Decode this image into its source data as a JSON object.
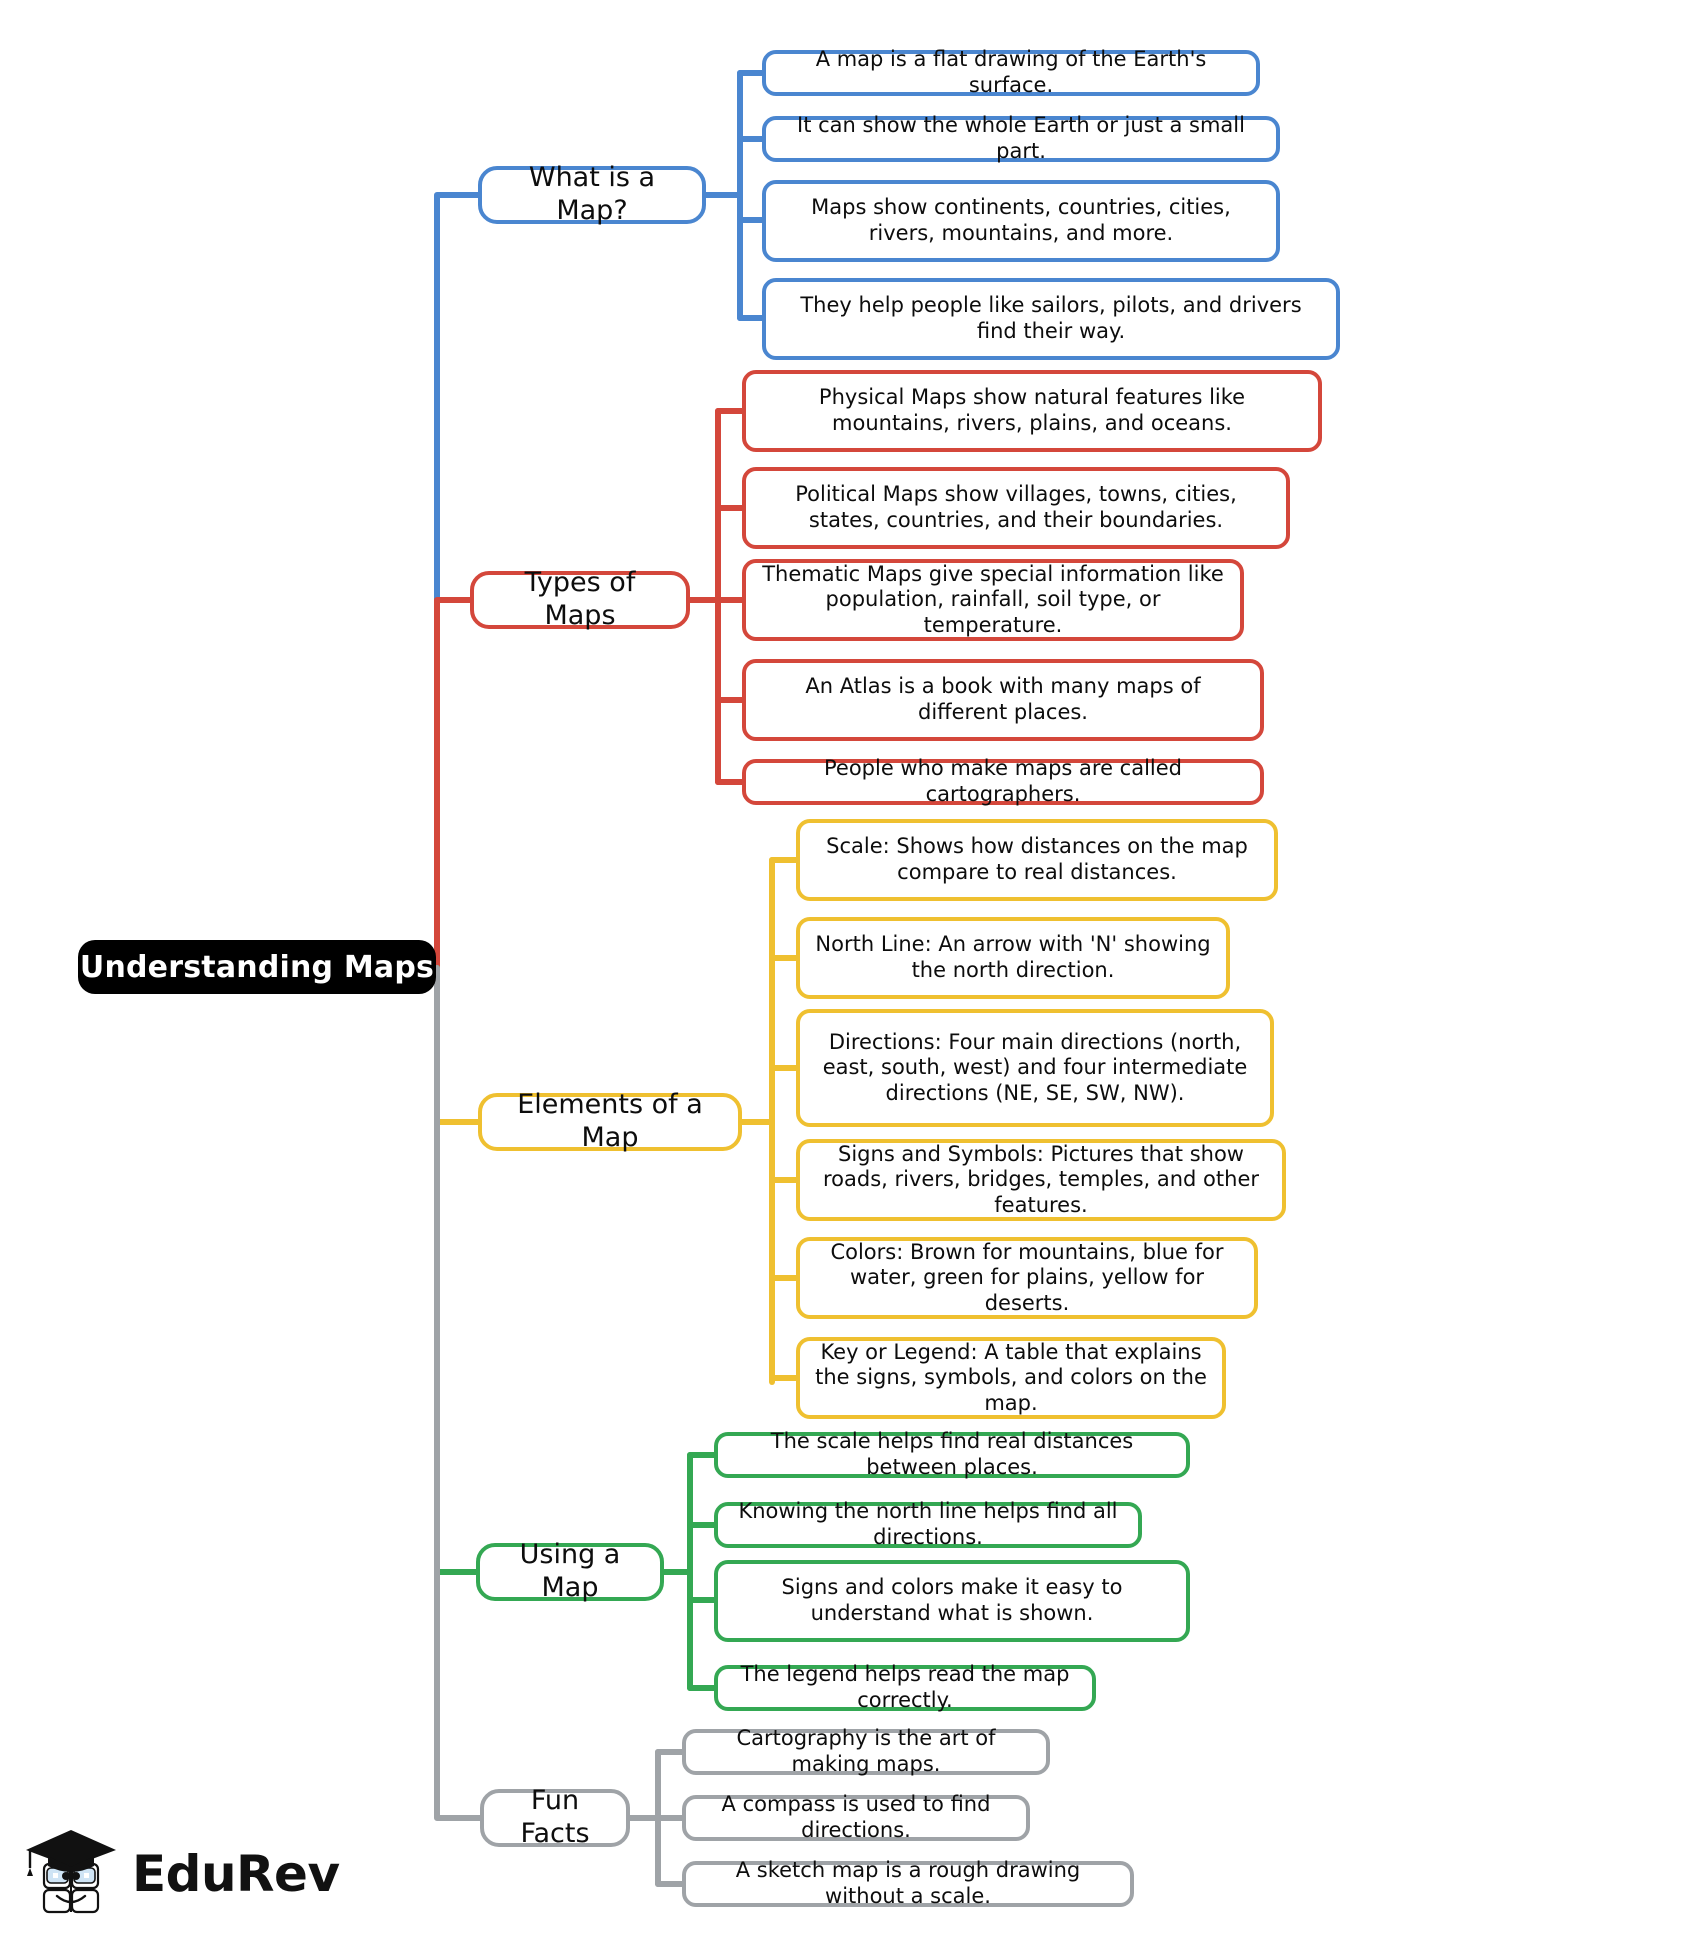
{
  "mindmap": {
    "root": {
      "label": "Understanding Maps",
      "color": "#000000"
    },
    "branches": [
      {
        "id": "what-is-a-map",
        "label": "What is a Map?",
        "color": "#4a86d0",
        "children": [
          "A map is a flat drawing of the Earth's surface.",
          "It can show the whole Earth or just a small part.",
          "Maps show continents, countries, cities, rivers, mountains, and more.",
          "They help people like sailors, pilots, and drivers find their way."
        ]
      },
      {
        "id": "types-of-maps",
        "label": "Types of Maps",
        "color": "#d4473b",
        "children": [
          "Physical Maps show natural features like mountains, rivers, plains, and oceans.",
          "Political Maps show villages, towns, cities, states, countries, and their boundaries.",
          "Thematic Maps give special information like population, rainfall, soil type, or temperature.",
          "An Atlas is a book with many maps of different places.",
          "People who make maps are called cartographers."
        ]
      },
      {
        "id": "elements-of-a-map",
        "label": "Elements of a Map",
        "color": "#efc030",
        "children": [
          "Scale: Shows how distances on the map compare to real distances.",
          "North Line: An arrow with 'N' showing the north direction.",
          "Directions: Four main directions (north, east, south, west) and four intermediate directions (NE, SE, SW, NW).",
          "Signs and Symbols: Pictures that show roads, rivers, bridges, temples, and other features.",
          "Colors: Brown for mountains, blue for water, green for plains, yellow for deserts.",
          "Key or Legend: A table that explains the signs, symbols, and colors on the map."
        ]
      },
      {
        "id": "using-a-map",
        "label": "Using a Map",
        "color": "#34a853",
        "children": [
          "The scale helps find real distances between places.",
          "Knowing the north line helps find all directions.",
          "Signs and colors make it easy to understand what is shown.",
          "The legend helps read the map correctly."
        ]
      },
      {
        "id": "fun-facts",
        "label": "Fun Facts",
        "color": "#9fa3a7",
        "children": [
          "Cartography is the art of making maps.",
          "A compass is used to find directions.",
          "A sketch map is a rough drawing without a scale."
        ]
      }
    ]
  },
  "branding": {
    "wordmark": "EduRev",
    "logo_icon": "graduation-cap-book-mascot"
  }
}
